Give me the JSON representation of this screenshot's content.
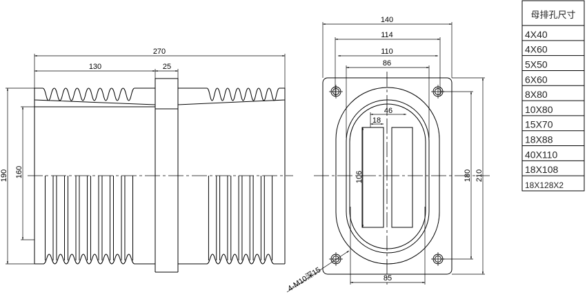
{
  "side_view": {
    "dims": {
      "overall_length": "270",
      "half_length": "130",
      "flange_width": "25",
      "outer_height": "190",
      "inner_height": "160"
    }
  },
  "front_view": {
    "dims": {
      "plate_width": "140",
      "hole_spacing_x": "114",
      "outer_width": "110",
      "inner_width": "86",
      "slot_span": "46",
      "slot_width": "18",
      "slot_height": "106",
      "hole_spacing_y": "180",
      "plate_height": "210",
      "bottom_width": "85"
    },
    "hole_note": "4-M10深15"
  },
  "table": {
    "header": "母排孔尺寸",
    "rows": [
      "4X40",
      "4X60",
      "5X50",
      "6X60",
      "8X80",
      "10X80",
      "15X70",
      "18X88",
      "40X110",
      "18X108",
      "18X128X2"
    ]
  }
}
